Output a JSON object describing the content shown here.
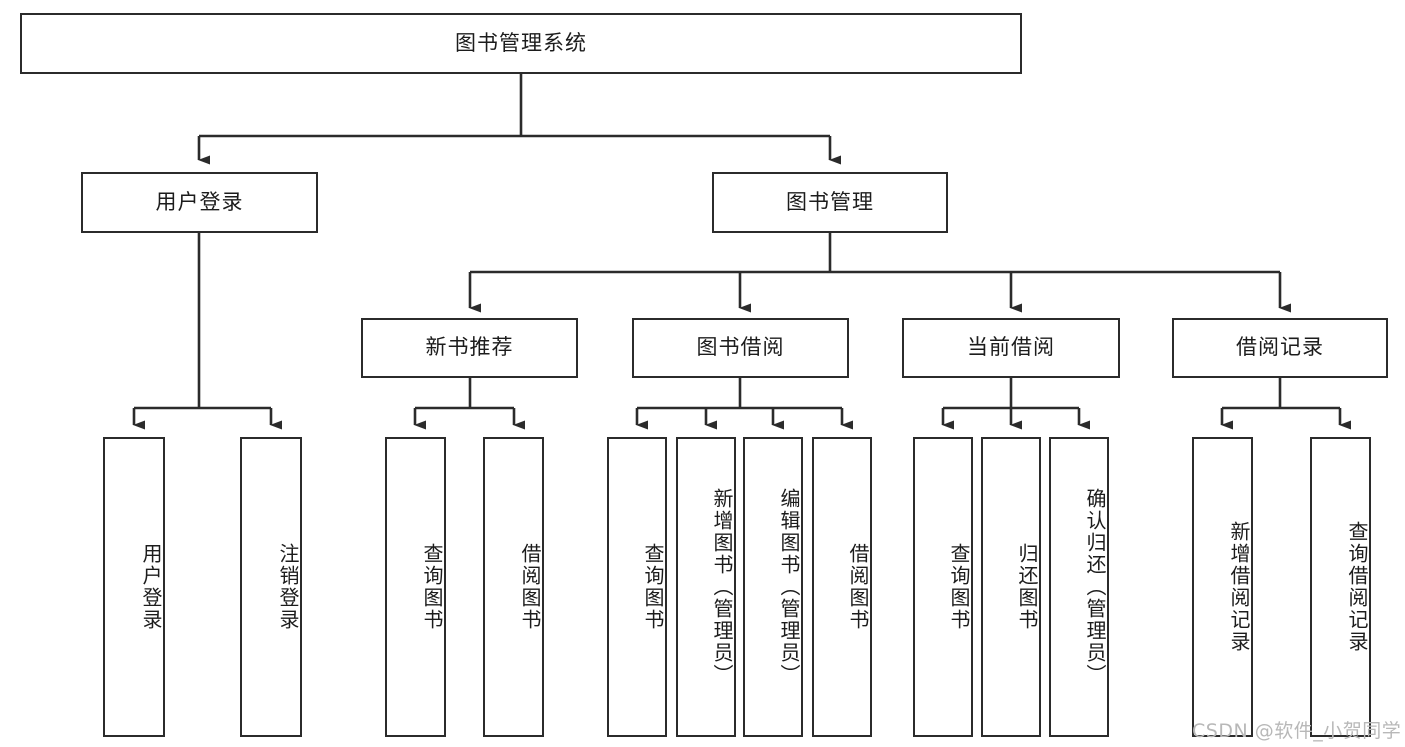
{
  "diagram": {
    "title": "图书管理系统",
    "type": "tree-hierarchy-chart",
    "root": {
      "label": "图书管理系统"
    },
    "level2": [
      {
        "label": "用户登录"
      },
      {
        "label": "图书管理"
      }
    ],
    "level3": [
      {
        "label": "新书推荐"
      },
      {
        "label": "图书借阅"
      },
      {
        "label": "当前借阅"
      },
      {
        "label": "借阅记录"
      }
    ],
    "leaves": {
      "user_login": [
        {
          "label": "用户登录"
        },
        {
          "label": "注销登录"
        }
      ],
      "new_book_recommend": [
        {
          "label": "查询图书"
        },
        {
          "label": "借阅图书"
        }
      ],
      "book_borrow": [
        {
          "label": "查询图书"
        },
        {
          "label": "新增图书（管理员）"
        },
        {
          "label": "编辑图书（管理员）"
        },
        {
          "label": "借阅图书"
        }
      ],
      "current_borrow": [
        {
          "label": "查询图书"
        },
        {
          "label": "归还图书"
        },
        {
          "label": "确认归还（管理员）"
        }
      ],
      "borrow_record": [
        {
          "label": "新增借阅记录"
        },
        {
          "label": "查询借阅记录"
        }
      ]
    }
  },
  "watermark": {
    "text": "CSDN @软件_小贺同学"
  },
  "colors": {
    "border": "#2b2b2b",
    "background": "#ffffff",
    "text": "#1c1c1c",
    "watermark": "#b8b8b8"
  }
}
